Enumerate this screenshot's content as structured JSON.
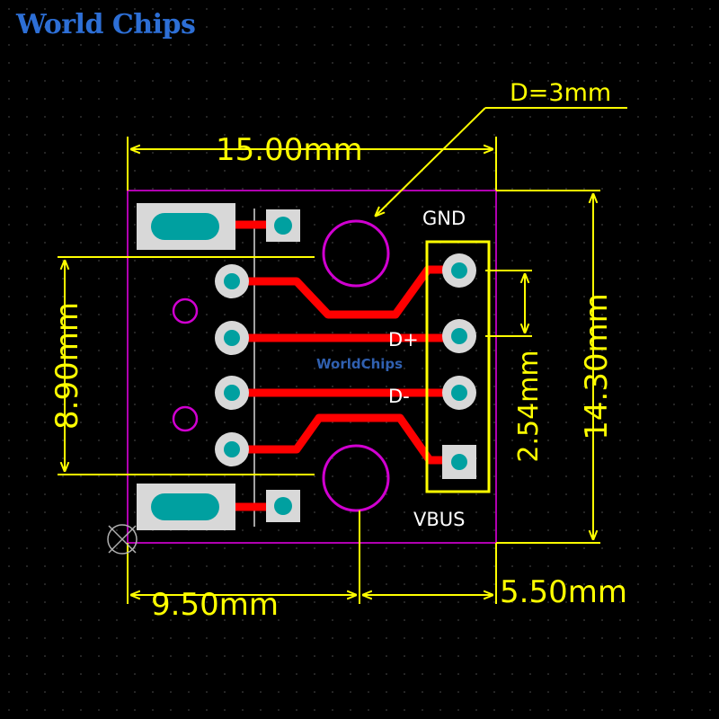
{
  "logo": {
    "brand": "World Chips",
    "watermark": "WorldChips",
    "color_primary": "#2d6fd6",
    "color_accent": "#e04020"
  },
  "labels": {
    "hole_diameter": "D=3mm",
    "width": "15.00mm",
    "height": "14.30mm",
    "usb_span": "8.90mm",
    "pin_pitch": "2.54mm",
    "left_offset": "9.50mm",
    "right_offset": "5.50mm"
  },
  "pins": {
    "gnd": "GND",
    "dplus": "D+",
    "dminus": "D-",
    "vbus": "VBUS"
  },
  "colors": {
    "background": "#000000",
    "dimension": "#ffff00",
    "outline": "#b000b0",
    "trace": "#ff0000",
    "pad": "#d8d8d8",
    "pad_core": "#00a0a0",
    "grid_dot": "#303030"
  }
}
